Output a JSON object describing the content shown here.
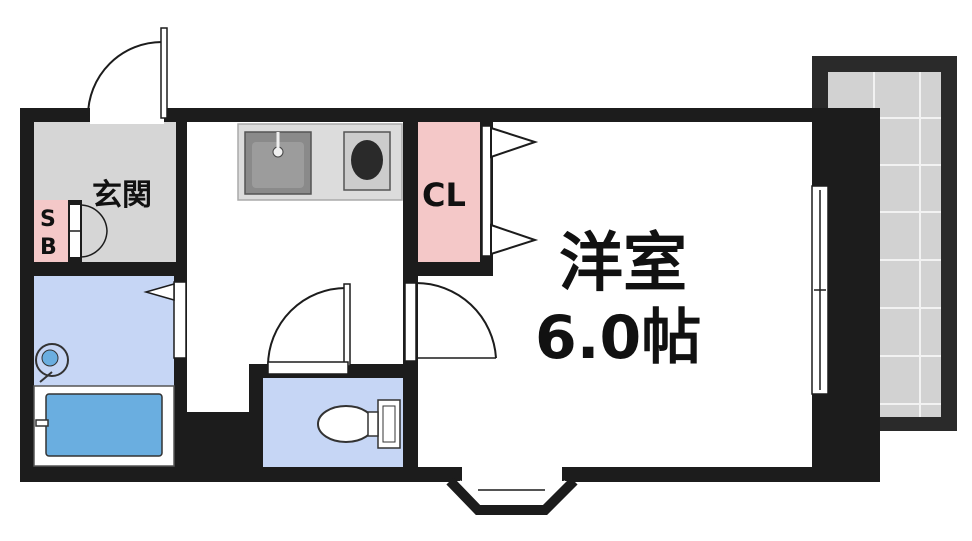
{
  "floorplan": {
    "rooms": {
      "western_room": {
        "name": "洋室",
        "size": "6.0帖"
      },
      "entrance": {
        "name": "玄関"
      },
      "closet": {
        "name": "CL"
      },
      "shoe_box": {
        "line1": "S",
        "line2": "B"
      }
    },
    "colors": {
      "wall": "#1c1c1c",
      "entrance_floor": "#d6d6d6",
      "wet_area": "#c6d6f5",
      "closet": "#f4c8c8",
      "balcony": "#d2d2d2",
      "kitchen_counter": "#dcdcdc",
      "bathtub": "#6aaee0"
    }
  }
}
